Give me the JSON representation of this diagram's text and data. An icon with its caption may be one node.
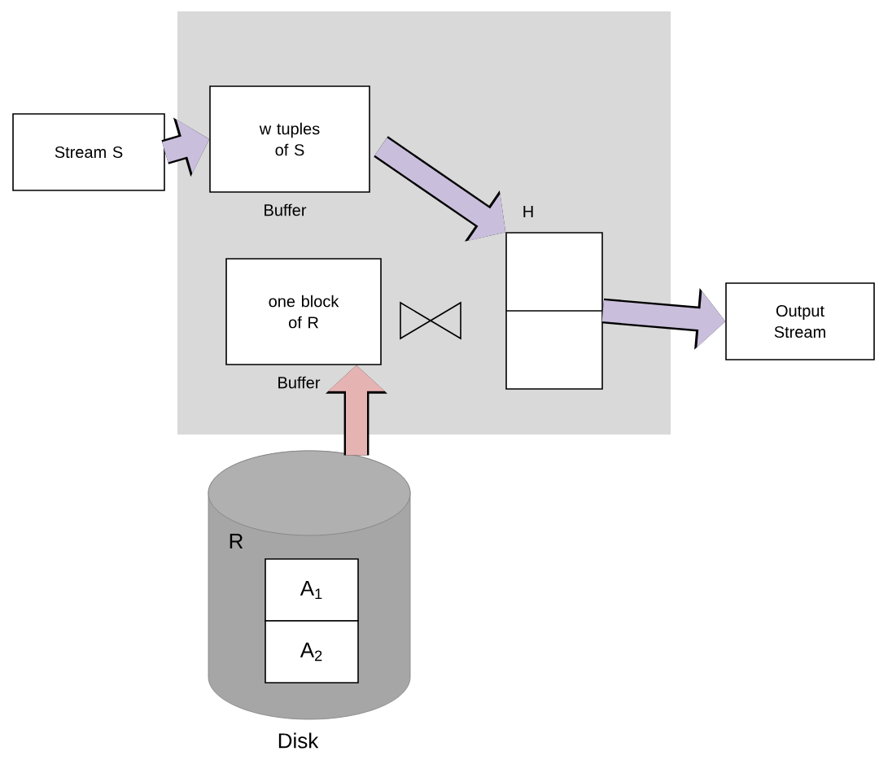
{
  "diagram": {
    "nodes": [
      {
        "text": [],
        "shape": "box"
      },
      {
        "text": [
          "Stream S"
        ]
      },
      {
        "text": [
          "w tuples of S"
        ],
        "beside": [
          "Buffer"
        ],
        "in": 0
      },
      {
        "text": [
          "one block of R"
        ],
        "beside": [
          "Buffer"
        ],
        "in": 0
      },
      {
        "text": [
          "H"
        ],
        "in": 0
      },
      {
        "text": [
          "Output Stream"
        ]
      },
      {
        "text": [
          "R"
        ],
        "beside": [
          "Disk"
        ]
      },
      {
        "text": [
          "A$_{1}$"
        ],
        "in": 6
      },
      {
        "text": [
          "A$_{2}$"
        ],
        "in": 6
      }
    ],
    "edges": [
      {
        "from": 1,
        "to": 2,
        "arrow": "to"
      },
      {
        "from": 2,
        "to": 4,
        "arrow": "to"
      },
      {
        "from": 4,
        "to": 5,
        "arrow": "to"
      },
      {
        "from": 6,
        "to": 3,
        "arrow": "to",
        "color": "#e6b3b3"
      }
    ]
  }
}
